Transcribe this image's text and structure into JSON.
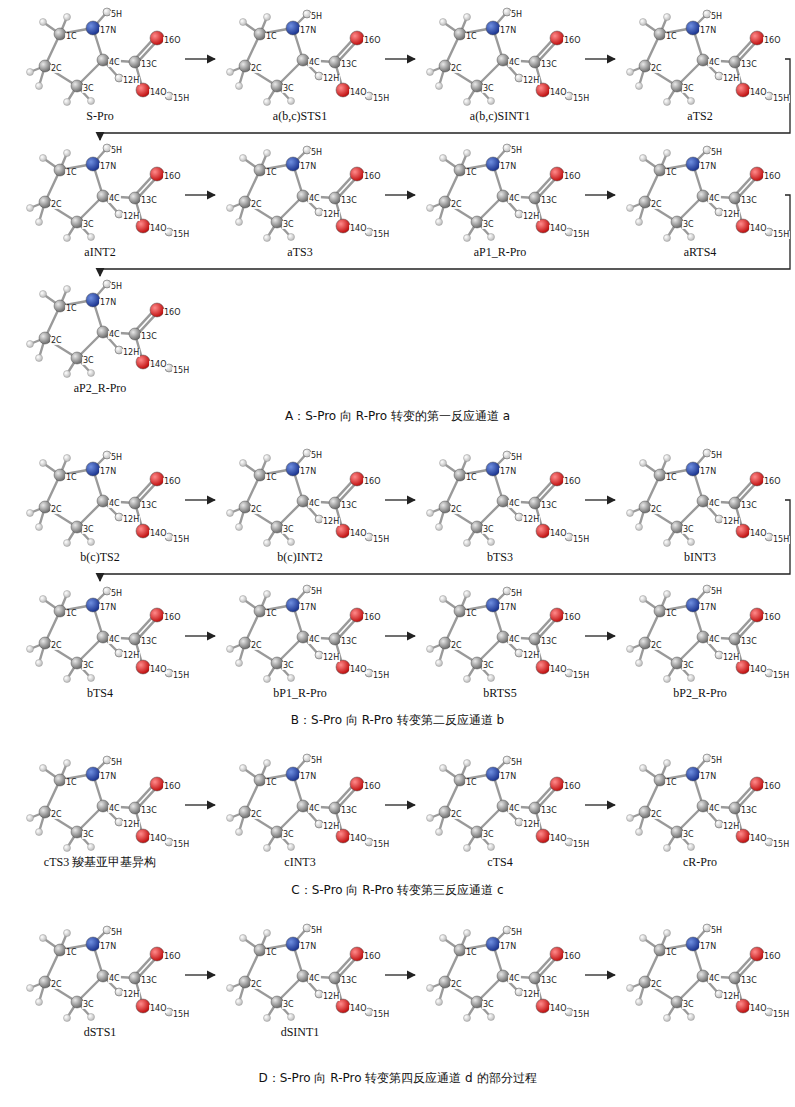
{
  "diagram": {
    "nodes": [
      {
        "text": [
          "S-Pro",
          "1C",
          "2C",
          "3C",
          "4C",
          "17N",
          "13C",
          "16O",
          "14O",
          "15H",
          "5H",
          "12H"
        ]
      },
      {
        "text": [
          "a(b,c)STS1",
          "1C",
          "2C",
          "3C",
          "4C",
          "17N",
          "13C",
          "16O",
          "14O",
          "15H",
          "5H",
          "12H"
        ]
      },
      {
        "text": [
          "a(b,c)SINT1",
          "1C",
          "2C",
          "3C",
          "4C",
          "17N",
          "13C",
          "16O",
          "14O",
          "15H",
          "5H",
          "12H"
        ]
      },
      {
        "text": [
          "aTS2",
          "1C",
          "2C",
          "3C",
          "4C",
          "17N",
          "13C",
          "16O",
          "14O",
          "15H",
          "5H",
          "12H"
        ]
      },
      {
        "text": [
          "aINT2",
          "1C",
          "2C",
          "3C",
          "4C",
          "17N",
          "13C",
          "16O",
          "14O",
          "15H",
          "5H",
          "12H"
        ]
      },
      {
        "text": [
          "aTS3",
          "1C",
          "2C",
          "3C",
          "4C",
          "17N",
          "13C",
          "16O",
          "14O",
          "15H",
          "5H",
          "12H"
        ]
      },
      {
        "text": [
          "aP1_R-Pro",
          "1C",
          "2C",
          "3C",
          "4C",
          "17N",
          "13C",
          "16O",
          "14O",
          "15H",
          "5H",
          "12H"
        ]
      },
      {
        "text": [
          "aRTS4",
          "1C",
          "2C",
          "3C",
          "4C",
          "17N",
          "13C",
          "16O",
          "14O",
          "15H",
          "5H",
          "12H"
        ]
      },
      {
        "text": [
          "aP2_R-Pro",
          "1C",
          "2C",
          "3C",
          "4C",
          "17N",
          "13C",
          "16O",
          "14O",
          "15H",
          "5H",
          "12H"
        ]
      },
      {
        "text": [
          "b(c)TS2",
          "1C",
          "2C",
          "3C",
          "4C",
          "17N",
          "13C",
          "16O",
          "14O",
          "15H",
          "5H",
          "12H"
        ]
      },
      {
        "text": [
          "b(c)INT2",
          "1C",
          "2C",
          "3C",
          "4C",
          "17N",
          "13C",
          "16O",
          "14O",
          "15H",
          "5H",
          "12H"
        ]
      },
      {
        "text": [
          "bTS3",
          "1C",
          "2C",
          "3C",
          "4C",
          "17N",
          "13C",
          "16O",
          "14O",
          "15H",
          "5H",
          "12H"
        ]
      },
      {
        "text": [
          "bINT3",
          "1C",
          "2C",
          "3C",
          "4C",
          "17N",
          "13C",
          "16O",
          "14O",
          "15H",
          "5H",
          "12H"
        ]
      },
      {
        "text": [
          "bTS4",
          "1C",
          "2C",
          "3C",
          "4C",
          "17N",
          "13C",
          "16O",
          "14O",
          "15H",
          "5H",
          "12H"
        ]
      },
      {
        "text": [
          "bP1_R-Pro",
          "1C",
          "2C",
          "3C",
          "4C",
          "17N",
          "13C",
          "16O",
          "14O",
          "15H",
          "5H",
          "12H"
        ]
      },
      {
        "text": [
          "bRTS5",
          "1C",
          "2C",
          "3C",
          "4C",
          "17N",
          "13C",
          "16O",
          "14O",
          "15H",
          "5H",
          "12H"
        ]
      },
      {
        "text": [
          "bP2_R-Pro",
          "1C",
          "2C",
          "3C",
          "4C",
          "17N",
          "13C",
          "16O",
          "14O",
          "15H",
          "5H",
          "12H"
        ]
      },
      {
        "text": [
          "cTS3 羧基亚甲基异构",
          "1C",
          "2C",
          "3C",
          "4C",
          "17N",
          "13C",
          "16O",
          "14O",
          "15H",
          "5H",
          "12H"
        ]
      },
      {
        "text": [
          "cINT3",
          "1C",
          "2C",
          "3C",
          "4C",
          "17N",
          "13C",
          "16O",
          "14O",
          "15H",
          "5H",
          "12H"
        ]
      },
      {
        "text": [
          "cTS4",
          "1C",
          "2C",
          "3C",
          "4C",
          "17N",
          "13C",
          "16O",
          "14O",
          "15H",
          "5H",
          "12H"
        ]
      },
      {
        "text": [
          "cR-Pro",
          "1C",
          "2C",
          "3C",
          "4C",
          "17N",
          "13C",
          "16O",
          "14O",
          "15H",
          "5H",
          "12H"
        ]
      },
      {
        "text": [
          "dSTS1",
          "1C",
          "2C",
          "3C",
          "4C",
          "17N",
          "13C",
          "16O",
          "14O",
          "15H",
          "5H",
          "12H"
        ]
      },
      {
        "text": [
          "dSINT1",
          "1C",
          "2C",
          "3C",
          "4C",
          "17N",
          "13C",
          "16O",
          "14O",
          "15H",
          "5H",
          "12H"
        ]
      },
      {
        "text": [
          "1C",
          "2C",
          "3C",
          "4C",
          "17N",
          "13C",
          "16O",
          "14O",
          "15H",
          "5H",
          "12H"
        ]
      },
      {
        "text": [
          "1C",
          "2C",
          "3C",
          "4C",
          "17N",
          "13C",
          "16O",
          "14O",
          "15H",
          "5H",
          "12H"
        ]
      }
    ],
    "edges": [
      {
        "from": 0,
        "to": 1,
        "arrow": "to"
      },
      {
        "from": 1,
        "to": 2,
        "arrow": "to"
      },
      {
        "from": 2,
        "to": 3,
        "arrow": "to"
      },
      {
        "from": 3,
        "to": 4,
        "arrow": "to"
      },
      {
        "from": 4,
        "to": 5,
        "arrow": "to"
      },
      {
        "from": 5,
        "to": 6,
        "arrow": "to"
      },
      {
        "from": 6,
        "to": 7,
        "arrow": "to"
      },
      {
        "from": 7,
        "to": 8,
        "arrow": "to"
      },
      {
        "from": 9,
        "to": 10,
        "arrow": "to"
      },
      {
        "from": 10,
        "to": 11,
        "arrow": "to"
      },
      {
        "from": 11,
        "to": 12,
        "arrow": "to"
      },
      {
        "from": 12,
        "to": 13,
        "arrow": "to"
      },
      {
        "from": 13,
        "to": 14,
        "arrow": "to"
      },
      {
        "from": 14,
        "to": 15,
        "arrow": "to"
      },
      {
        "from": 15,
        "to": 16,
        "arrow": "to"
      },
      {
        "from": 17,
        "to": 18,
        "arrow": "to"
      },
      {
        "from": 18,
        "to": 19,
        "arrow": "to"
      },
      {
        "from": 19,
        "to": 20,
        "arrow": "to"
      },
      {
        "from": 21,
        "to": 22,
        "arrow": "to"
      },
      {
        "from": 22,
        "to": 23,
        "arrow": "to"
      },
      {
        "from": 23,
        "to": 24,
        "arrow": "to"
      }
    ],
    "labels": [
      "A：S-Pro 向 R-Pro 转变的第一反应通道 a",
      "B：S-Pro 向 R-Pro 转变第二反应通道 b",
      "C：S-Pro 向 R-Pro 转变第三反应通道 c",
      "D：S-Pro 向 R-Pro 转变第四反应通道 d 的部分过程"
    ]
  }
}
